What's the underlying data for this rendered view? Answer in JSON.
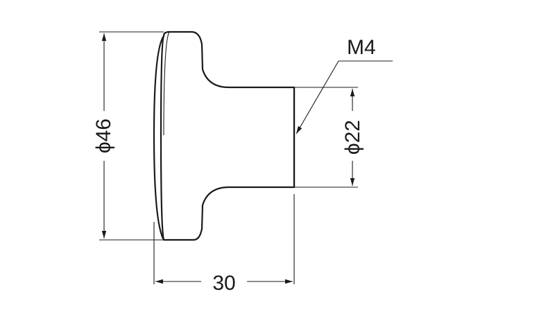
{
  "drawing": {
    "part": "knob",
    "line_color": "#1a1a1a",
    "background": "#ffffff",
    "dimensions": {
      "head_diameter": "ϕ46",
      "neck_diameter": "ϕ22",
      "overall_length": "30",
      "thread": "M4"
    }
  }
}
